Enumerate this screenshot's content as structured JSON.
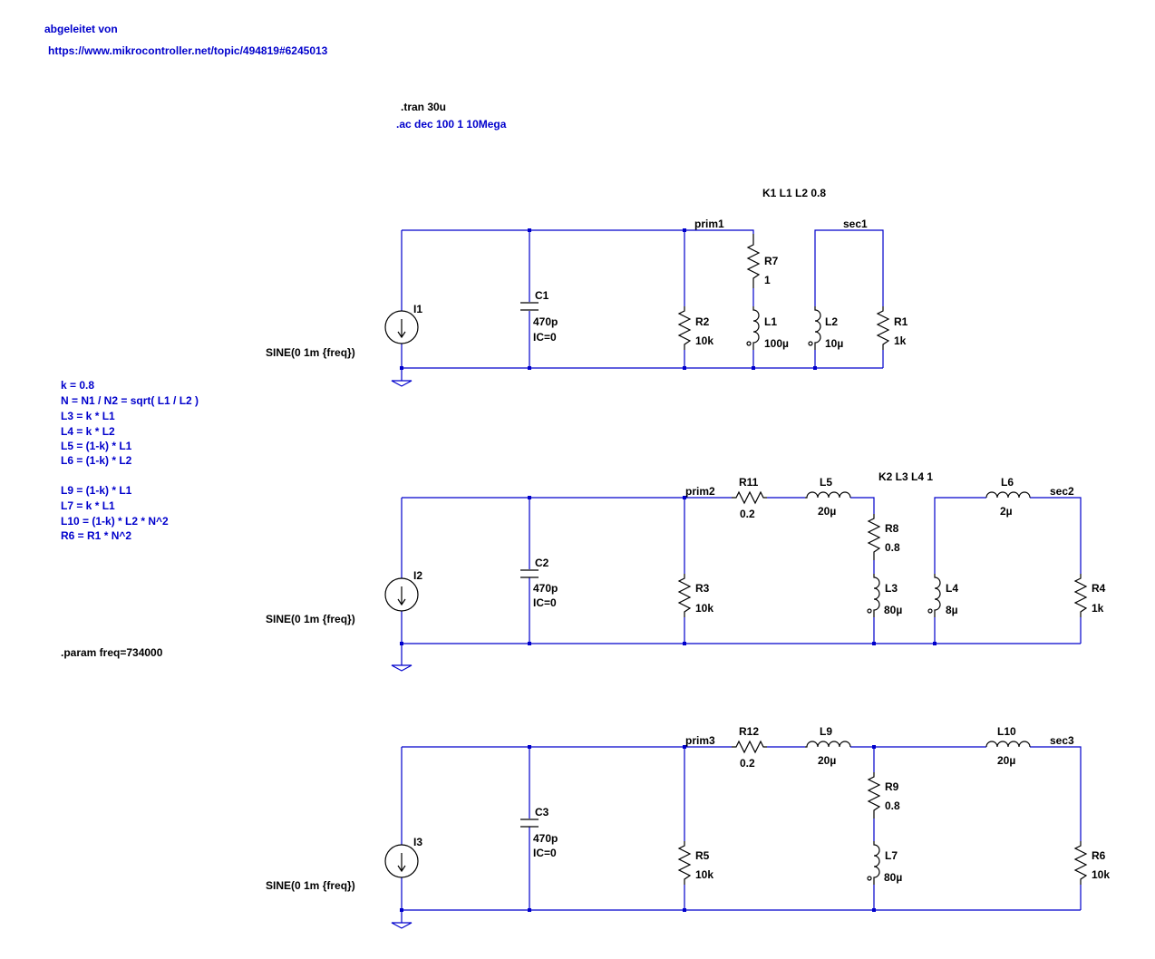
{
  "header": {
    "line1": "abgeleitet von",
    "line2": "https://www.mikrocontroller.net/topic/494819#6245013"
  },
  "directives": {
    "tran": ".tran 30u",
    "ac": ".ac dec 100 1 10Mega",
    "k1": "K1 L1 L2 0.8",
    "k2": "K2 L3 L4 1",
    "param": ".param freq=734000"
  },
  "equations": [
    "k = 0.8",
    "N = N1 / N2 = sqrt( L1 / L2 )",
    "L3 = k * L1",
    "L4 = k * L2",
    "L5 = (1-k) * L1",
    "L6 = (1-k) * L2",
    "L9 = (1-k) * L1",
    "L7 = k * L1",
    "L10 = (1-k) * L2 * N^2",
    "R6 = R1 * N^2"
  ],
  "nets": {
    "prim1": "prim1",
    "sec1": "sec1",
    "prim2": "prim2",
    "sec2": "sec2",
    "prim3": "prim3",
    "sec3": "sec3"
  },
  "sources": {
    "I1": "I1",
    "I2": "I2",
    "I3": "I3",
    "value": "SINE(0 1m {freq})"
  },
  "circuit1": {
    "C1": "C1",
    "C1_val": "470p",
    "C1_ic": "IC=0",
    "R2": "R2",
    "R2_val": "10k",
    "R7": "R7",
    "R7_val": "1",
    "L1": "L1",
    "L1_val": "100µ",
    "L2": "L2",
    "L2_val": "10µ",
    "R1": "R1",
    "R1_val": "1k"
  },
  "circuit2": {
    "C2": "C2",
    "C2_val": "470p",
    "C2_ic": "IC=0",
    "R3": "R3",
    "R3_val": "10k",
    "R11": "R11",
    "R11_val": "0.2",
    "L5": "L5",
    "L5_val": "20µ",
    "R8": "R8",
    "R8_val": "0.8",
    "L3": "L3",
    "L3_val": "80µ",
    "L4": "L4",
    "L4_val": "8µ",
    "L6": "L6",
    "L6_val": "2µ",
    "R4": "R4",
    "R4_val": "1k"
  },
  "circuit3": {
    "C3": "C3",
    "C3_val": "470p",
    "C3_ic": "IC=0",
    "R5": "R5",
    "R5_val": "10k",
    "R12": "R12",
    "R12_val": "0.2",
    "L9": "L9",
    "L9_val": "20µ",
    "R9": "R9",
    "R9_val": "0.8",
    "L7": "L7",
    "L7_val": "80µ",
    "L10": "L10",
    "L10_val": "20µ",
    "R6": "R6",
    "R6_val": "10k"
  },
  "colors": {
    "wire": "#0000cc",
    "component": "#000000",
    "note": "#0000cc"
  }
}
